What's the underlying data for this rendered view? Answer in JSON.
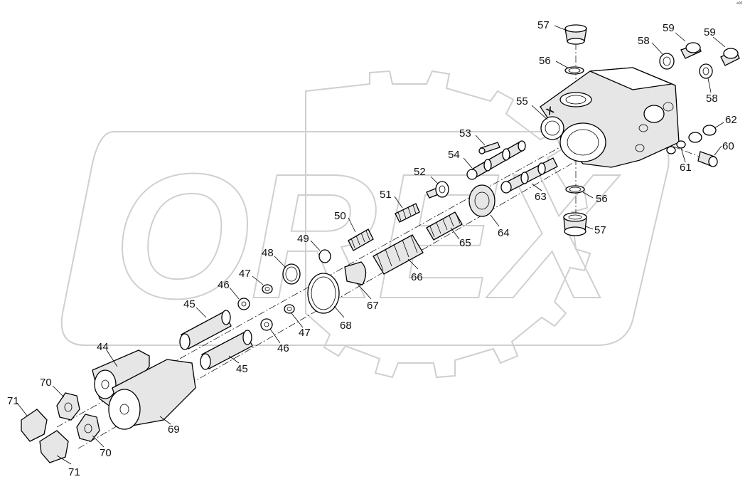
{
  "watermark": {
    "text": "OREX"
  },
  "corner_mark": "a00",
  "callouts": [
    {
      "id": "c57a",
      "text": "57"
    },
    {
      "id": "c56a",
      "text": "56"
    },
    {
      "id": "c58a",
      "text": "58"
    },
    {
      "id": "c59a",
      "text": "59"
    },
    {
      "id": "c59b",
      "text": "59"
    },
    {
      "id": "c58b",
      "text": "58"
    },
    {
      "id": "c55",
      "text": "55"
    },
    {
      "id": "c62",
      "text": "62"
    },
    {
      "id": "c53",
      "text": "53"
    },
    {
      "id": "c60",
      "text": "60"
    },
    {
      "id": "c54",
      "text": "54"
    },
    {
      "id": "c61",
      "text": "61"
    },
    {
      "id": "c52",
      "text": "52"
    },
    {
      "id": "c63",
      "text": "63"
    },
    {
      "id": "c56b",
      "text": "56"
    },
    {
      "id": "c51",
      "text": "51"
    },
    {
      "id": "c57b",
      "text": "57"
    },
    {
      "id": "c64",
      "text": "64"
    },
    {
      "id": "c50",
      "text": "50"
    },
    {
      "id": "c65",
      "text": "65"
    },
    {
      "id": "c49",
      "text": "49"
    },
    {
      "id": "c48",
      "text": "48"
    },
    {
      "id": "c66",
      "text": "66"
    },
    {
      "id": "c47a",
      "text": "47"
    },
    {
      "id": "c67",
      "text": "67"
    },
    {
      "id": "c46a",
      "text": "46"
    },
    {
      "id": "c45a",
      "text": "45"
    },
    {
      "id": "c68",
      "text": "68"
    },
    {
      "id": "c47b",
      "text": "47"
    },
    {
      "id": "c46b",
      "text": "46"
    },
    {
      "id": "c44",
      "text": "44"
    },
    {
      "id": "c45b",
      "text": "45"
    },
    {
      "id": "c70a",
      "text": "70"
    },
    {
      "id": "c71a",
      "text": "71"
    },
    {
      "id": "c69",
      "text": "69"
    },
    {
      "id": "c70b",
      "text": "70"
    },
    {
      "id": "c71b",
      "text": "71"
    }
  ]
}
